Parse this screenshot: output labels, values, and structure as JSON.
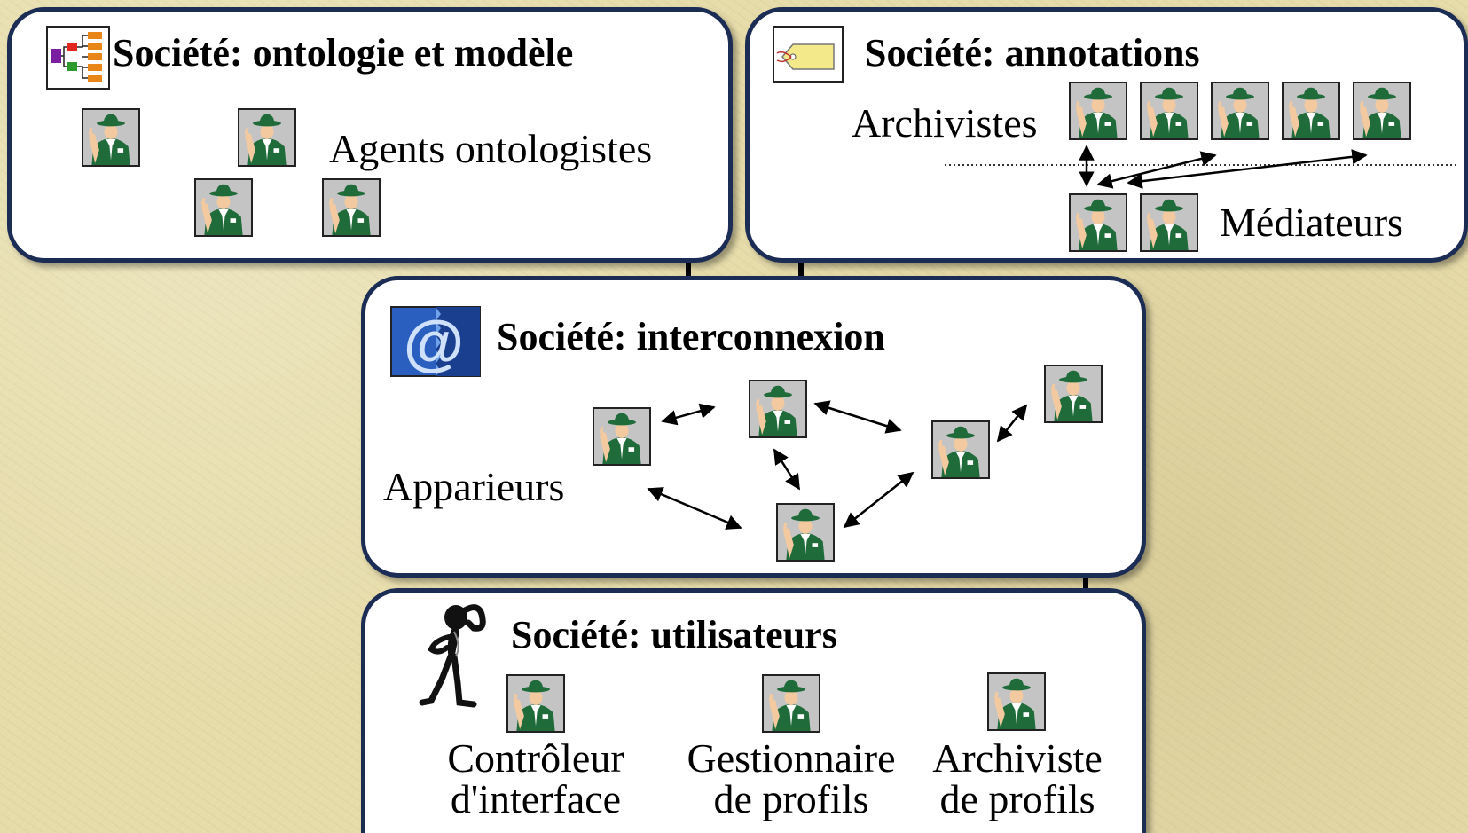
{
  "societies": {
    "ontology": {
      "title": "Société: ontologie et modèle",
      "agents_label": "Agents ontologistes",
      "icon": "hierarchy-chart-icon"
    },
    "annotations": {
      "title": "Société: annotations",
      "archivists_label": "Archivistes",
      "mediators_label": "Médiateurs",
      "icon": "tag-icon"
    },
    "interconnexion": {
      "title": "Société: interconnexion",
      "matchers_label": "Apparieurs",
      "icon": "at-sign-icon"
    },
    "users": {
      "title": "Société: utilisateurs",
      "icon": "thinking-person-icon",
      "roles": [
        {
          "line1": "Contrôleur",
          "line2": "d'interface"
        },
        {
          "line1": "Gestionnaire",
          "line2": "de profils"
        },
        {
          "line1": "Archiviste",
          "line2": "de profils"
        }
      ]
    }
  },
  "agent_icon": "agent-guard-icon",
  "colors": {
    "box_border": "#1c2d55",
    "background": "#e6dcaa",
    "agent_uniform": "#1f6b3a"
  }
}
